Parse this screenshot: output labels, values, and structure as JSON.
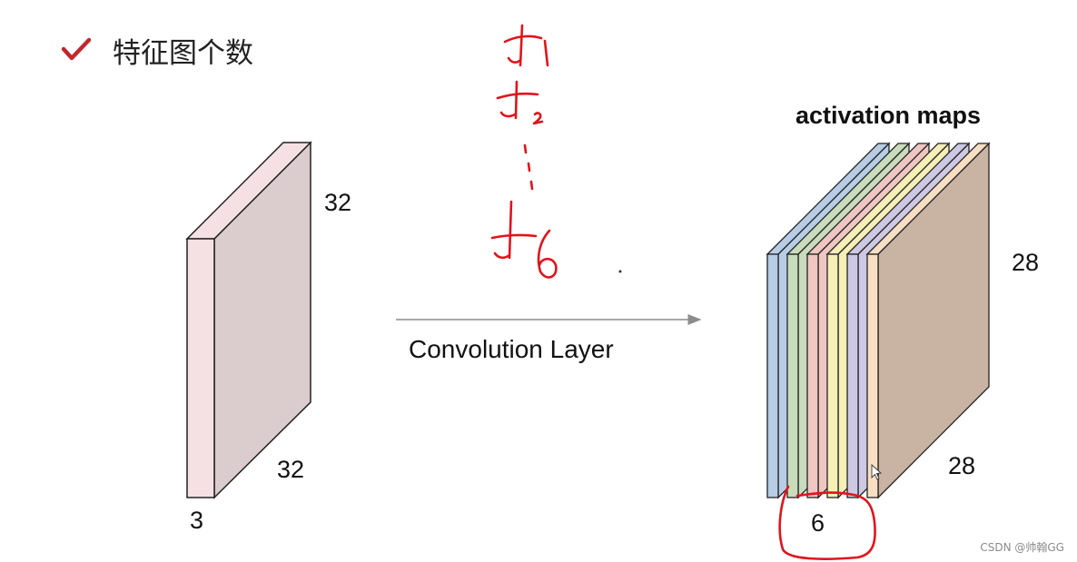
{
  "heading": {
    "text": "特征图个数",
    "icon": "check-icon",
    "icon_color": "#c0282e"
  },
  "input_volume": {
    "height_label": "32",
    "width_label": "32",
    "depth_label": "3",
    "face_color": "#dbcccd",
    "front_color": "#f5e1e3"
  },
  "arrow": {
    "label": "Convolution Layer"
  },
  "output": {
    "title": "activation maps",
    "height_label": "28",
    "width_label": "28",
    "depth_label": "6",
    "layer_colors": [
      "#b7cde6",
      "#c9dcbc",
      "#f0c6c3",
      "#f6efb6",
      "#cdc8e4",
      "#f8dfc3"
    ],
    "last_face_color": "#c9b3a3"
  },
  "annotations": {
    "color": "#e0141c",
    "filters": [
      "f1",
      "f2",
      "f6"
    ]
  },
  "watermark": "CSDN @帅翰GG"
}
